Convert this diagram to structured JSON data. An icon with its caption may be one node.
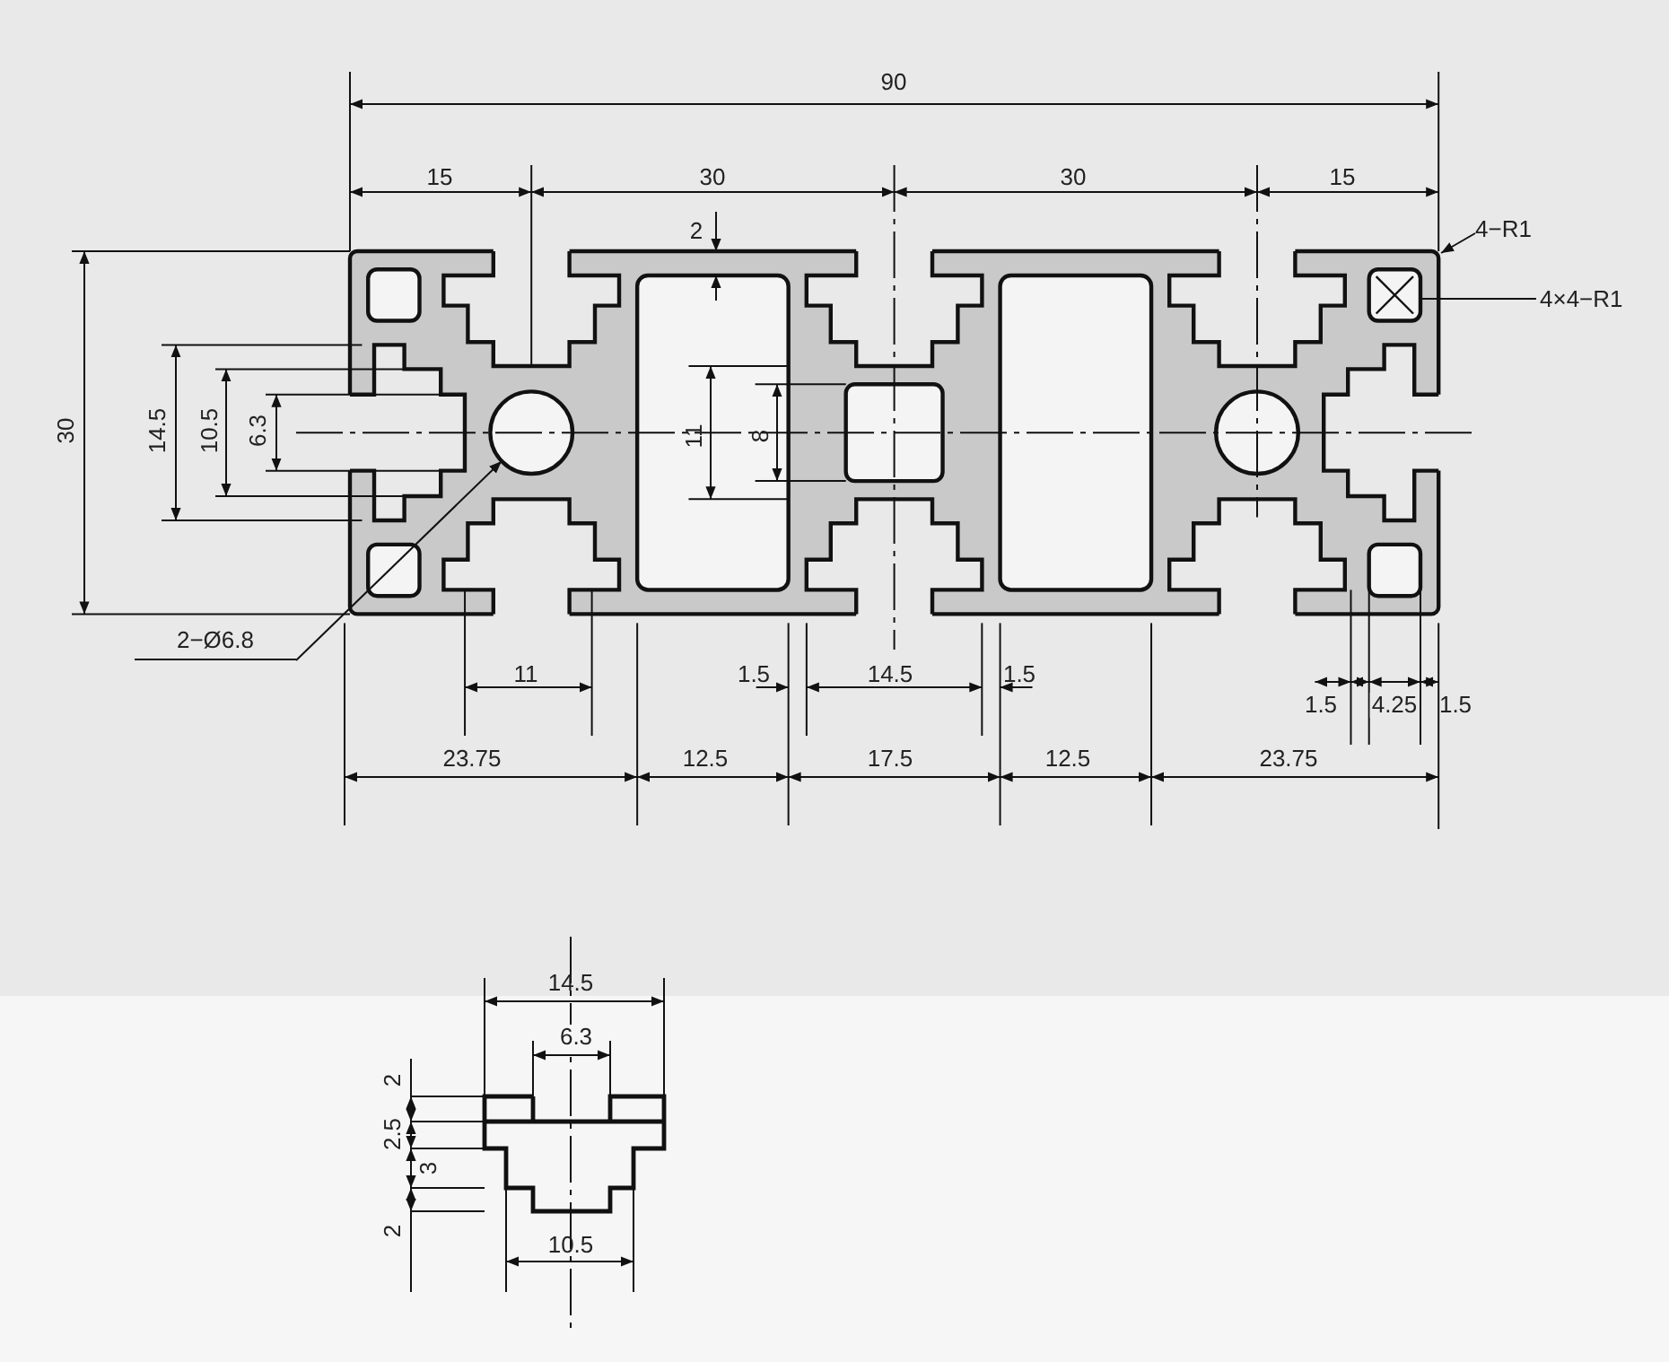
{
  "diagram": {
    "nodes": [
      {
        "text": [
          "2−Ø6.8"
        ]
      },
      {
        "text": [],
        "shape": "circle"
      },
      {
        "text": [
          "4−R1"
        ]
      },
      {
        "text": [
          "4×4−R1"
        ]
      },
      {
        "text": [],
        "shape": "box"
      }
    ],
    "edges": [
      {
        "from": 0,
        "to": 1,
        "arrow": "to"
      },
      {
        "from": 2,
        "to": null,
        "arrow": "to"
      },
      {
        "from": 3,
        "to": 4,
        "arrow": "none"
      }
    ],
    "labels": [
      "90",
      "15",
      "30",
      "30",
      "15",
      "2",
      "30",
      "14.5",
      "10.5",
      "6.3",
      "11",
      "8",
      "11",
      "1.5",
      "14.5",
      "1.5",
      "1.5",
      "4.25",
      "1.5",
      "23.75",
      "12.5",
      "17.5",
      "12.5",
      "23.75",
      "14.5",
      "6.3",
      "2",
      "2.5",
      "3",
      "2",
      "10.5"
    ]
  }
}
